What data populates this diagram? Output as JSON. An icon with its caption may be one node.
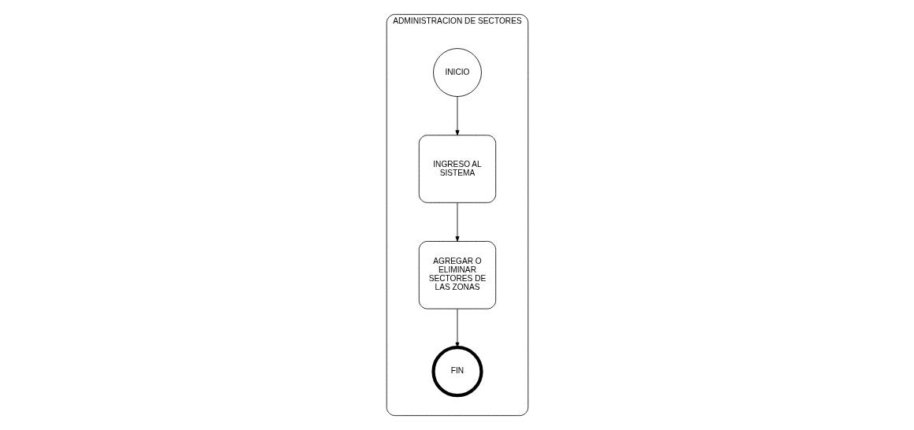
{
  "diagram": {
    "nodes": [
      {
        "text": [
          "ADMINISTRACION DE SECTORES"
        ]
      },
      {
        "text": [
          "INICIO"
        ],
        "in": 0
      },
      {
        "text": [
          "FIN"
        ],
        "in": 0
      },
      {
        "text": [
          "INGRESO AL SISTEMA"
        ],
        "in": 0
      },
      {
        "text": [
          "AGREGAR O ELIMINAR SECTORES DE LAS ZONAS"
        ],
        "in": 0
      }
    ],
    "edges": [
      {
        "from": 1,
        "to": 3,
        "arrow": "to"
      },
      {
        "from": 3,
        "to": 4,
        "arrow": "to"
      },
      {
        "from": 4,
        "to": 2,
        "arrow": "to"
      }
    ]
  }
}
